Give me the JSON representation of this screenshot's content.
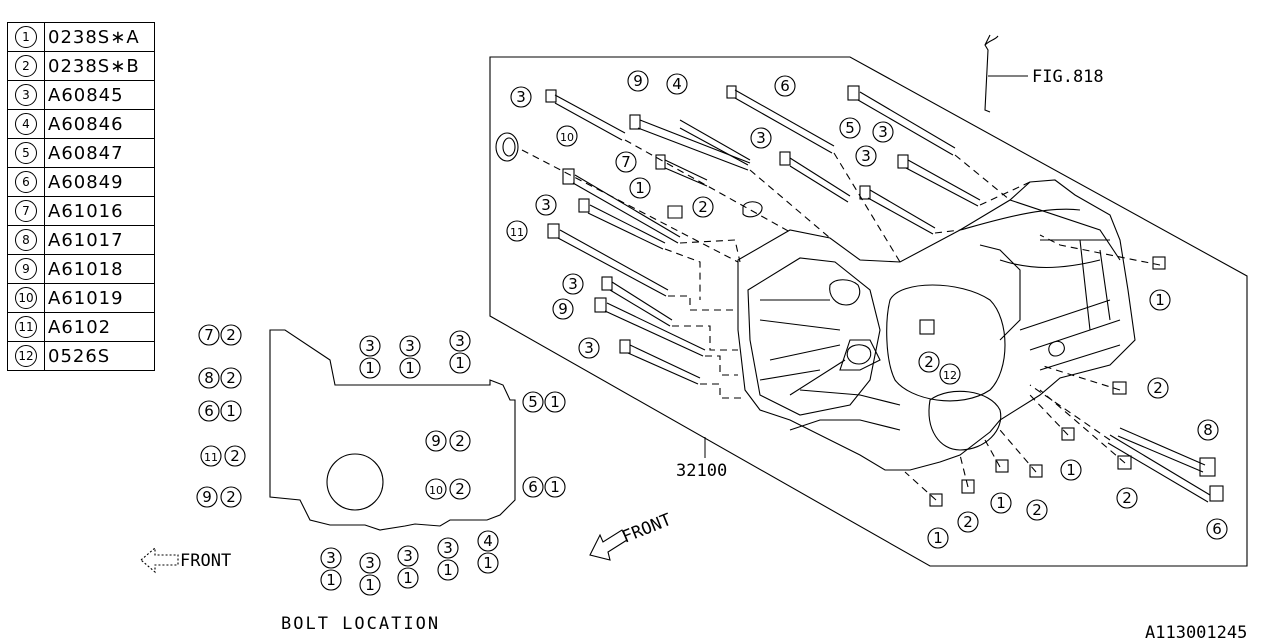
{
  "legend": [
    {
      "no": "1",
      "code": "0238S∗A"
    },
    {
      "no": "2",
      "code": "0238S∗B"
    },
    {
      "no": "3",
      "code": "A60845"
    },
    {
      "no": "4",
      "code": "A60846"
    },
    {
      "no": "5",
      "code": "A60847"
    },
    {
      "no": "6",
      "code": "A60849"
    },
    {
      "no": "7",
      "code": "A61016"
    },
    {
      "no": "8",
      "code": "A61017"
    },
    {
      "no": "9",
      "code": "A61018"
    },
    {
      "no": "10",
      "code": "A61019"
    },
    {
      "no": "11",
      "code": "A6102"
    },
    {
      "no": "12",
      "code": "0526S"
    }
  ],
  "labels": {
    "fig_ref": "FIG.818",
    "part_no": "32100",
    "front_main": "FRONT",
    "front_small": "FRONT",
    "bolt_location": "BOLT LOCATION",
    "image_id": "A113001245"
  },
  "main_callouts": [
    {
      "id": "m1",
      "n": "3"
    },
    {
      "id": "m2",
      "n": "9"
    },
    {
      "id": "m3",
      "n": "4"
    },
    {
      "id": "m4",
      "n": "6"
    },
    {
      "id": "m5",
      "n": "10"
    },
    {
      "id": "m6",
      "n": "7"
    },
    {
      "id": "m7",
      "n": "3"
    },
    {
      "id": "m8",
      "n": "5"
    },
    {
      "id": "m9",
      "n": "3"
    },
    {
      "id": "m10",
      "n": "3"
    },
    {
      "id": "m11",
      "n": "1"
    },
    {
      "id": "m12",
      "n": "2"
    },
    {
      "id": "m13",
      "n": "3"
    },
    {
      "id": "m14",
      "n": "11"
    },
    {
      "id": "m15",
      "n": "3"
    },
    {
      "id": "m16",
      "n": "9"
    },
    {
      "id": "m17",
      "n": "3"
    },
    {
      "id": "m18",
      "n": "1"
    },
    {
      "id": "m19",
      "n": "2"
    },
    {
      "id": "m20",
      "n": "12"
    },
    {
      "id": "m21",
      "n": "2"
    },
    {
      "id": "m22",
      "n": "8"
    },
    {
      "id": "m23",
      "n": "1"
    },
    {
      "id": "m24",
      "n": "2"
    },
    {
      "id": "m25",
      "n": "1"
    },
    {
      "id": "m26",
      "n": "2"
    },
    {
      "id": "m27",
      "n": "1"
    },
    {
      "id": "m28",
      "n": "2"
    },
    {
      "id": "m29",
      "n": "6"
    }
  ],
  "bolt_location_callouts": [
    {
      "id": "b1",
      "pair": [
        "7",
        "2"
      ]
    },
    {
      "id": "b2",
      "pair": [
        "8",
        "2"
      ]
    },
    {
      "id": "b3",
      "pair": [
        "6",
        "1"
      ]
    },
    {
      "id": "b4",
      "pair": [
        "11",
        "2"
      ]
    },
    {
      "id": "b5",
      "pair": [
        "9",
        "2"
      ]
    },
    {
      "id": "b6",
      "pair": [
        "3",
        "1"
      ]
    },
    {
      "id": "b7",
      "pair": [
        "3",
        "1"
      ]
    },
    {
      "id": "b8",
      "pair": [
        "3",
        "1"
      ]
    },
    {
      "id": "b9",
      "pair": [
        "5",
        "1"
      ]
    },
    {
      "id": "b10",
      "pair": [
        "9",
        "2"
      ]
    },
    {
      "id": "b11",
      "pair": [
        "10",
        "2"
      ]
    },
    {
      "id": "b12",
      "pair": [
        "6",
        "1"
      ]
    },
    {
      "id": "b13",
      "pair": [
        "3",
        "1"
      ]
    },
    {
      "id": "b14",
      "pair": [
        "3",
        "1"
      ]
    },
    {
      "id": "b15",
      "pair": [
        "3",
        "1"
      ]
    },
    {
      "id": "b16",
      "pair": [
        "3",
        "1"
      ]
    },
    {
      "id": "b17",
      "pair": [
        "4",
        "1"
      ]
    }
  ]
}
